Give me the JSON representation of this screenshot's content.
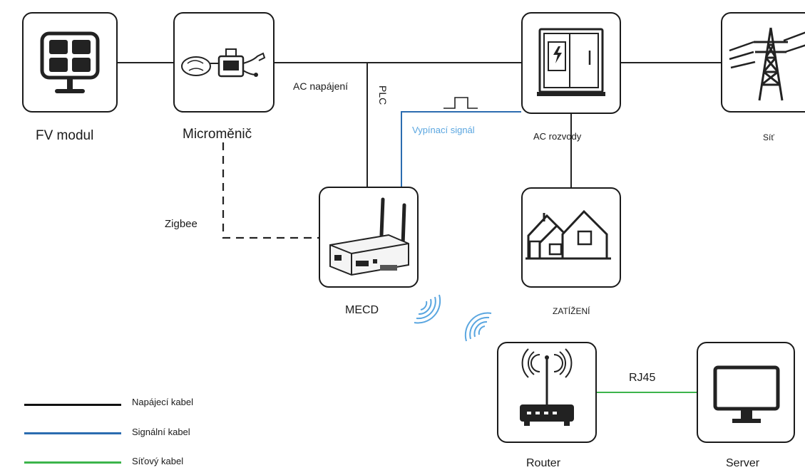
{
  "nodes": {
    "pv_module": "FV modul",
    "microinverter": "Microměnič",
    "ac_distribution": "AC rozvody",
    "grid": "Síť",
    "mecd": "MECD",
    "load": "ZATÍŽENÍ",
    "router": "Router",
    "server": "Server"
  },
  "connections": {
    "ac_supply": "AC napájení",
    "plc": "PLC",
    "trip_signal": "Vypínací signál",
    "zigbee": "Zigbee",
    "rj45": "RJ45"
  },
  "legend": [
    {
      "label": "Napájecí kabel",
      "color": "#111111"
    },
    {
      "label": "Signální kabel",
      "color": "#2b6cb0"
    },
    {
      "label": "Síťový kabel",
      "color": "#3cb44b"
    }
  ],
  "icons": [
    "solar-panel-icon",
    "microinverter-icon",
    "switchboard-icon",
    "power-tower-icon",
    "gateway-device-icon",
    "houses-icon",
    "router-icon",
    "monitor-icon",
    "wireless-signal-icon"
  ]
}
